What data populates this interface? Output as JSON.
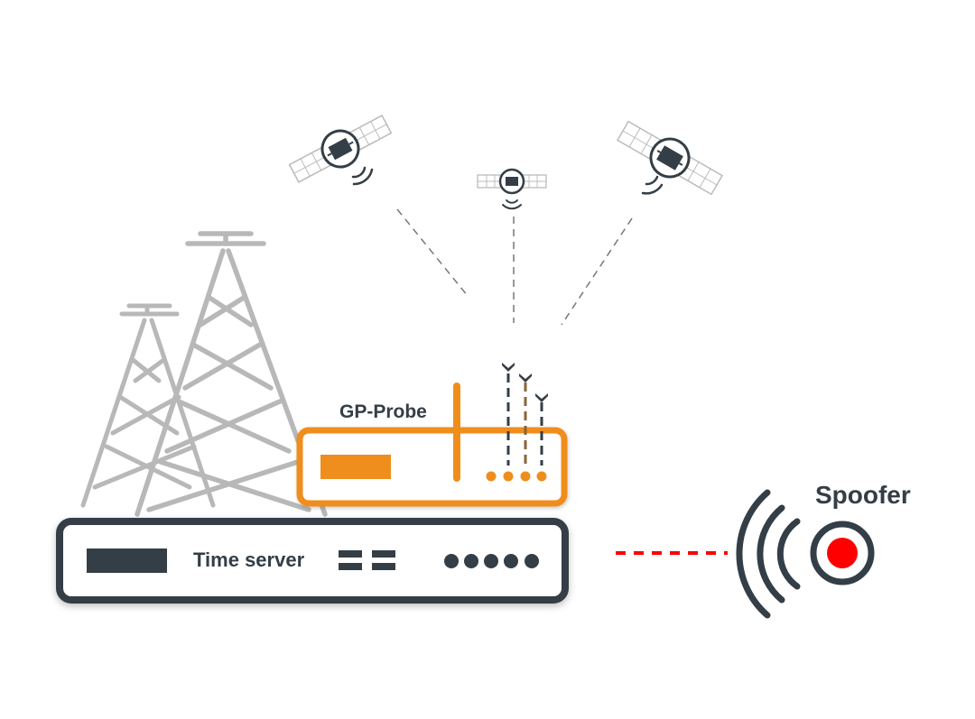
{
  "labels": {
    "probe": "GP-Probe",
    "time_server": "Time server",
    "spoofer": "Spoofer"
  },
  "colors": {
    "dark": "#343e47",
    "orange": "#ef8e1d",
    "brown": "#8a6437",
    "tower_grey": "#b8b8b8",
    "spoofer_red": "#ff0000",
    "line_grey": "#777777"
  },
  "icons": {
    "satellites": [
      "satellite-icon",
      "satellite-icon",
      "satellite-icon"
    ],
    "towers": [
      "transmission-tower-icon",
      "transmission-tower-icon"
    ],
    "spoofer": "spoofer-broadcast-icon"
  }
}
